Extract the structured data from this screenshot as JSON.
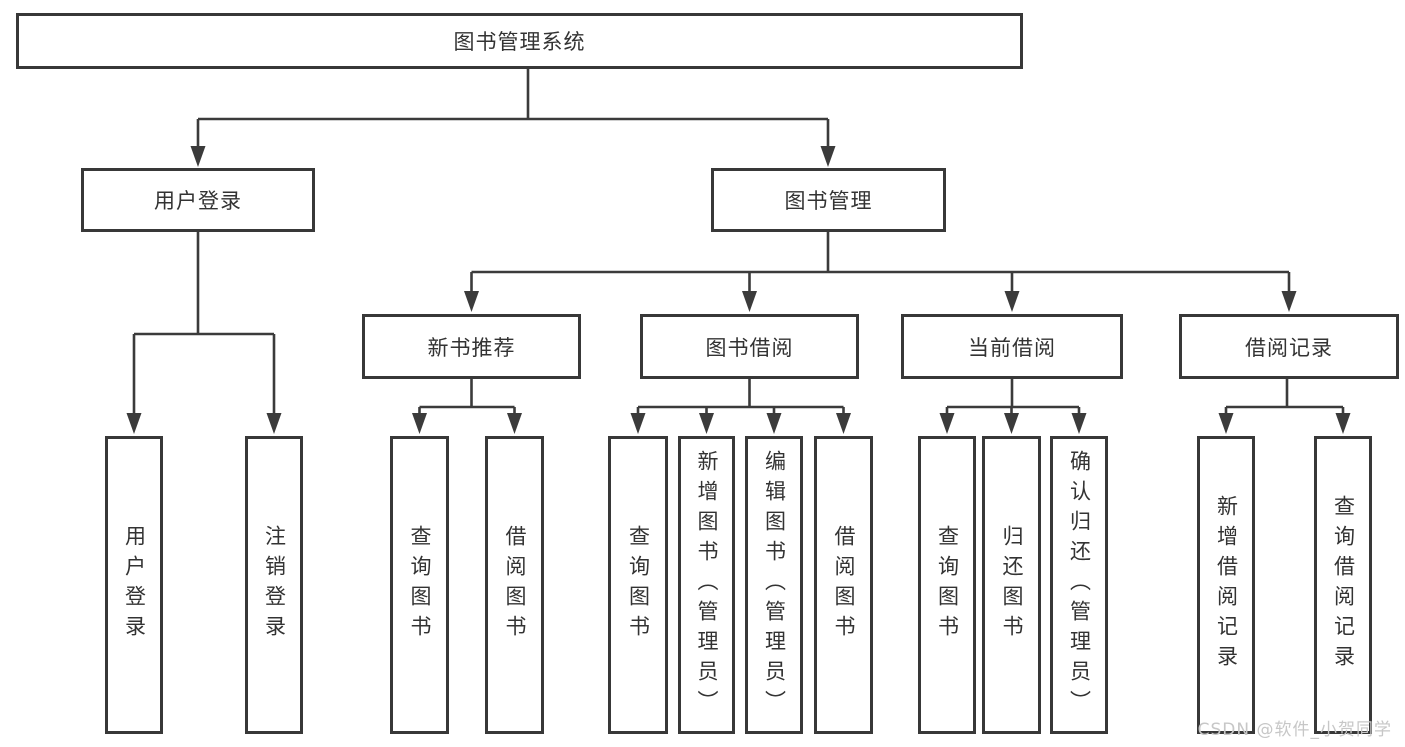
{
  "diagram": {
    "type": "hierarchy-tree"
  },
  "tree": {
    "label": "图书管理系统",
    "children": [
      {
        "label": "用户登录",
        "children": [
          {
            "label": "用户登录"
          },
          {
            "label": "注销登录"
          }
        ]
      },
      {
        "label": "图书管理",
        "children": [
          {
            "label": "新书推荐",
            "children": [
              {
                "label": "查询图书"
              },
              {
                "label": "借阅图书"
              }
            ]
          },
          {
            "label": "图书借阅",
            "children": [
              {
                "label": "查询图书"
              },
              {
                "label": "新增图书（管理员）"
              },
              {
                "label": "编辑图书（管理员）"
              },
              {
                "label": "借阅图书"
              }
            ]
          },
          {
            "label": "当前借阅",
            "children": [
              {
                "label": "查询图书"
              },
              {
                "label": "归还图书"
              },
              {
                "label": "确认归还（管理员）"
              }
            ]
          },
          {
            "label": "借阅记录",
            "children": [
              {
                "label": "新增借阅记录"
              },
              {
                "label": "查询借阅记录"
              }
            ]
          }
        ]
      }
    ]
  },
  "watermark": {
    "text": "CSDN @软件_小贺同学",
    "color": "#c7c7c7"
  },
  "colors": {
    "line": "#3b3b3b",
    "border": "#383838",
    "text": "#333333",
    "background": "#ffffff"
  }
}
